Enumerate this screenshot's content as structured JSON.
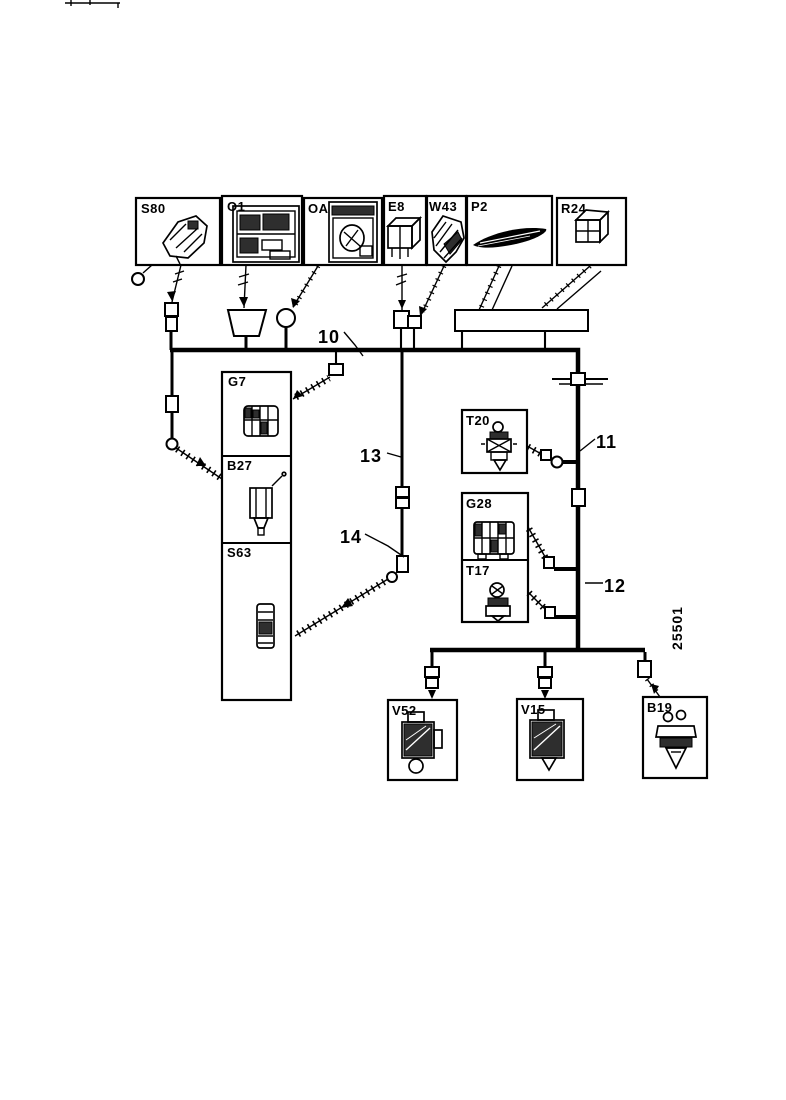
{
  "figure": {
    "number": "25501"
  },
  "components": {
    "top_row": [
      {
        "id": "S80"
      },
      {
        "id": "O1"
      },
      {
        "id": "OA"
      },
      {
        "id": "E8"
      },
      {
        "id": "W43"
      },
      {
        "id": "P2"
      },
      {
        "id": "R24"
      }
    ],
    "left_column": [
      {
        "id": "G7"
      },
      {
        "id": "B27"
      },
      {
        "id": "S63"
      }
    ],
    "center_column": [
      {
        "id": "T20"
      },
      {
        "id": "G28"
      },
      {
        "id": "T17"
      }
    ],
    "bottom_row": [
      {
        "id": "V52"
      },
      {
        "id": "V15"
      },
      {
        "id": "B19"
      }
    ]
  },
  "wire_labels": {
    "w10": "10",
    "w11": "11",
    "w12": "12",
    "w13": "13",
    "w14": "14"
  },
  "colors": {
    "ink": "#000000",
    "paper": "#ffffff"
  }
}
